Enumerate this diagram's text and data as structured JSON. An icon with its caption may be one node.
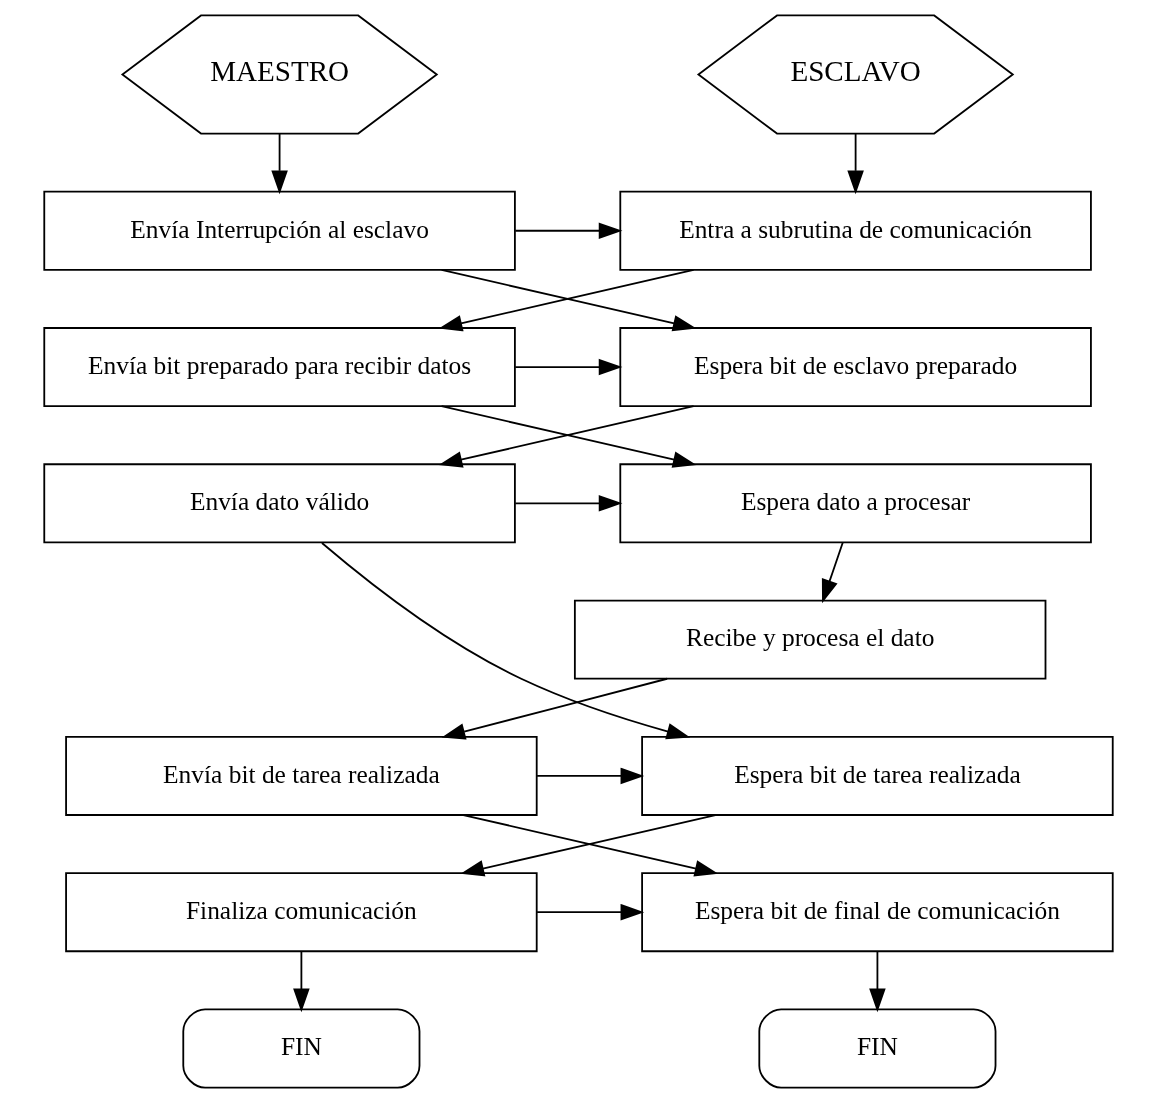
{
  "diagram": {
    "nodes": [
      {
        "text": [
          "MAESTRO"
        ]
      },
      {
        "text": [
          "ESCLAVO"
        ]
      },
      {
        "text": [
          "Envía Interrupción al esclavo"
        ]
      },
      {
        "text": [
          "Entra a subrutina de comunicación"
        ]
      },
      {
        "text": [
          "Espera bit de esclavo preparado"
        ]
      },
      {
        "text": [
          "Envía bit preparado para recibir datos"
        ]
      },
      {
        "text": [
          "Envía dato válido"
        ]
      },
      {
        "text": [
          "Espera dato a procesar"
        ]
      },
      {
        "text": [
          "Recibe y procesa el dato"
        ]
      },
      {
        "text": [
          "Espera bit de tarea realizada"
        ]
      },
      {
        "text": [
          "Envía bit de tarea realizada"
        ]
      },
      {
        "text": [
          "Finaliza comunicación"
        ]
      },
      {
        "text": [
          "Espera bit de final de comunicación"
        ]
      },
      {
        "text": [
          "FIN"
        ]
      },
      {
        "text": [
          "FIN"
        ]
      }
    ],
    "edges": [
      {
        "from": 0,
        "to": 2,
        "arrow": "to"
      },
      {
        "from": 1,
        "to": 3,
        "arrow": "to"
      },
      {
        "from": 2,
        "to": 3,
        "arrow": "to"
      },
      {
        "from": 2,
        "to": 4,
        "arrow": "to"
      },
      {
        "from": 3,
        "to": 5,
        "arrow": "to"
      },
      {
        "from": 5,
        "to": 4,
        "arrow": "to"
      },
      {
        "from": 4,
        "to": 6,
        "arrow": "to"
      },
      {
        "from": 5,
        "to": 7,
        "arrow": "to"
      },
      {
        "from": 6,
        "to": 7,
        "arrow": "to"
      },
      {
        "from": 6,
        "to": 9,
        "arrow": "to"
      },
      {
        "from": 7,
        "to": 8,
        "arrow": "to"
      },
      {
        "from": 8,
        "to": 10,
        "arrow": "to"
      },
      {
        "from": 10,
        "to": 9,
        "arrow": "to"
      },
      {
        "from": 9,
        "to": 11,
        "arrow": "to"
      },
      {
        "from": 10,
        "to": 12,
        "arrow": "to"
      },
      {
        "from": 11,
        "to": 12,
        "arrow": "to"
      },
      {
        "from": 11,
        "to": 13,
        "arrow": "to"
      },
      {
        "from": 12,
        "to": 14,
        "arrow": "to"
      }
    ]
  }
}
